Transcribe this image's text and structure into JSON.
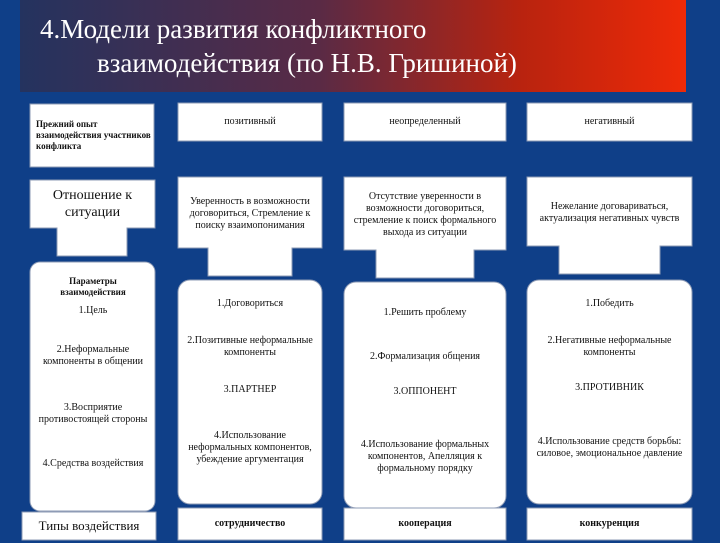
{
  "title": {
    "line1": "4.Модели развития конфликтного",
    "line2": "взаимодействия (по Н.В. Гришиной)"
  },
  "rows": {
    "experience": "Прежний опыт взаимодействия участников конфликта",
    "attitude": "Отношение к ситуации",
    "parameters": {
      "head": "Параметры взаимодействия",
      "p1": "1.Цель",
      "p2": "2.Неформальные компоненты в общении",
      "p3": "3.Восприятие противостоящей стороны",
      "p4": "4.Средства воздействия"
    },
    "types": "Типы воздействия"
  },
  "columns": [
    {
      "header": "позитивный",
      "attitude": "Уверенность в возможности договориться, Стремление к поиску взаимопонимания",
      "goal": "1.Договориться",
      "informal": "2.Позитивные неформальные компоненты",
      "perception": "3.ПАРТНЕР",
      "means": "4.Использование неформальных компонентов, убеждение аргументация",
      "strategy": "сотрудничество"
    },
    {
      "header": "неопределенный",
      "attitude": "Отсутствие уверенности в возможности договориться, стремление к поиск формального выхода из ситуации",
      "goal": "1.Решить проблему",
      "informal": "2.Формализация общения",
      "perception": "3.ОППОНЕНТ",
      "means": "4.Использование формальных компонентов, Апелляция к формальному порядку",
      "strategy": "кооперация"
    },
    {
      "header": "негативный",
      "attitude": "Нежелание договариваться, актуализация негативных чувств",
      "goal": "1.Победить",
      "informal": "2.Негативные неформальные компоненты",
      "perception": "3.ПРОТИВНИК",
      "means": "4.Использование средств борьбы: силовое, эмоциональное давление",
      "strategy": "конкуренция"
    }
  ],
  "colors": {
    "background": "#0f3f88",
    "arrow": "#ffffff",
    "title_left": "#24335f",
    "title_right": "#ee2a08"
  }
}
